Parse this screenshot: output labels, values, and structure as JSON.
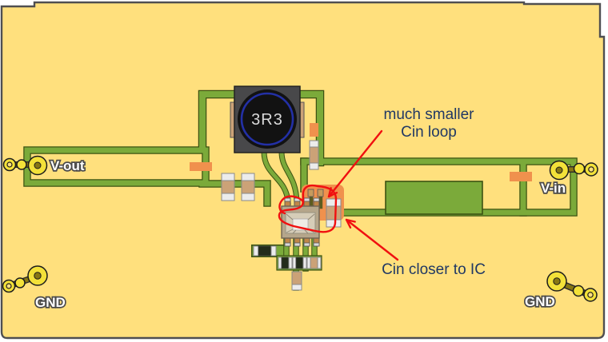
{
  "labels": {
    "inductor": "3R3",
    "vout": "V-out",
    "vin": "V-in",
    "gnd_left": "GND",
    "gnd_right": "GND"
  },
  "annotations": {
    "cin_loop_line1": "much smaller",
    "cin_loop_line2": "Cin loop",
    "cin_closer": "Cin closer to IC"
  },
  "colors": {
    "board_yellow": "#FFE07D",
    "board_edge_gray": "#4F4F51",
    "trace_green": "#7BAA3A",
    "trace_outline": "#3C5212",
    "highlight_orange": "#F0914D",
    "annotation_red": "#F01010",
    "annotation_navy": "#203864",
    "connector_yellow": "#F3E139",
    "connector_shaft": "#877713",
    "component_tan": "#CBA277",
    "inductor_dark": "#48484A"
  }
}
